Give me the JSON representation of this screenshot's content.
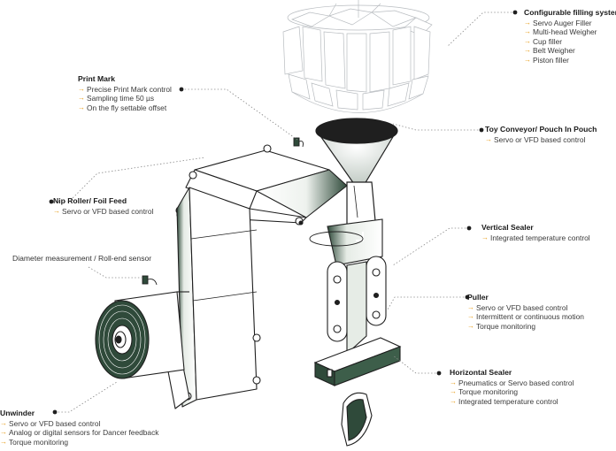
{
  "colors": {
    "accent_arrow": "#e8a020",
    "ink": "#1f1f1f",
    "film_green": "#2f4a3a",
    "dot_line": "#8a8a8a"
  },
  "labels": {
    "filling_system": {
      "title": "Configurable filling system",
      "items": [
        "Servo Auger Filler",
        "Multi-head Weigher",
        "Cup filler",
        "Belt Weigher",
        "Piston filler"
      ]
    },
    "print_mark": {
      "title": "Print Mark",
      "items": [
        "Precise Print Mark control",
        "Sampling time 50 µs",
        "On the fly settable offset"
      ]
    },
    "toy_conveyor": {
      "title": "Toy Conveyor/ Pouch In Pouch",
      "items": [
        "Servo or VFD based control"
      ]
    },
    "nip_roller": {
      "title": "Nip Roller/ Foil Feed",
      "items": [
        "Servo or VFD based control"
      ]
    },
    "vertical_sealer": {
      "title": "Vertical Sealer",
      "items": [
        "Integrated temperature control"
      ]
    },
    "diameter": {
      "title": "Diameter measurement / Roll-end sensor",
      "items": []
    },
    "puller": {
      "title": "Puller",
      "items": [
        "Servo or VFD based control",
        "Intermittent or continuous motion",
        "Torque monitoring"
      ]
    },
    "horizontal_sealer": {
      "title": "Horizontal Sealer",
      "items": [
        "Pneumatics or Servo based control",
        "Torque monitoring",
        "Integrated temperature control"
      ]
    },
    "unwinder": {
      "title": "Unwinder",
      "items": [
        "Servo or VFD based control",
        "Analog or digital sensors for Dancer feedback",
        "Torque monitoring"
      ]
    }
  }
}
